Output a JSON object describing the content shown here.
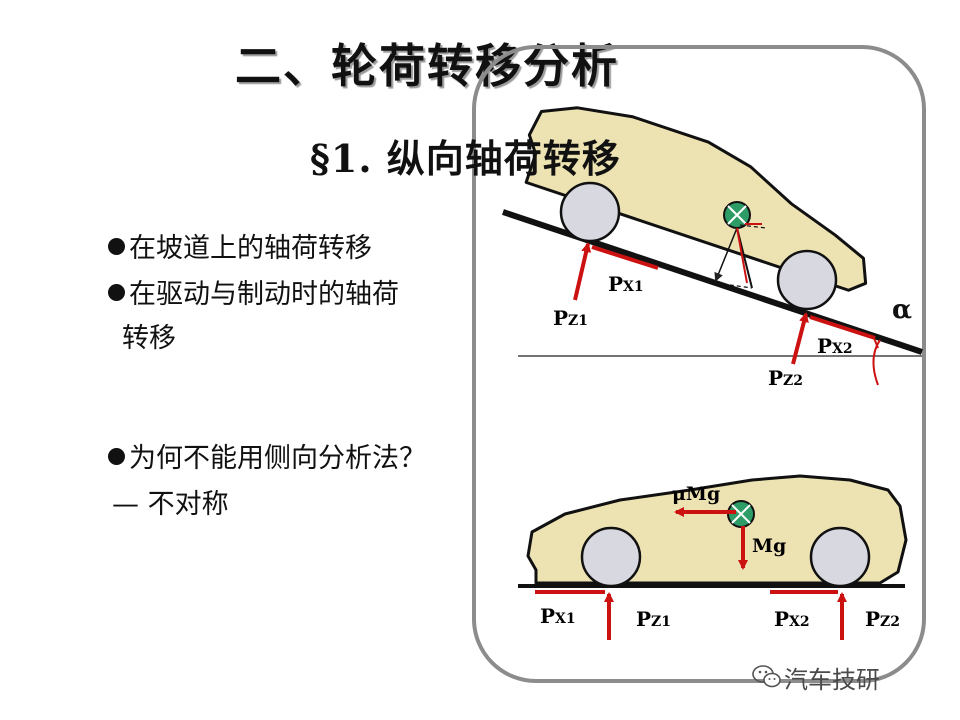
{
  "title": "二、轮荷转移分析",
  "subtitle": "§1. 纵向轴荷转移",
  "bullets": {
    "b1": "在坡道上的轴荷转移",
    "b2": "在驱动与制动时的轴荷",
    "b2_cont": "转移",
    "b3": "为何不能用侧向分析法？",
    "b3_cont": "— 不对称"
  },
  "diagram": {
    "top": {
      "px1": "X1",
      "pz1": "Z1",
      "px2": "X2",
      "pz2": "Z2",
      "p": "P",
      "alpha": "α"
    },
    "bottom": {
      "umg": "μMg",
      "mg": "Mg",
      "px1": "X1",
      "pz1": "Z1",
      "px2": "X2",
      "pz2": "Z2",
      "p": "P"
    },
    "colors": {
      "car_body": "#ede3b2",
      "wheel": "#d8d8e0",
      "arrow": "#cc1111",
      "cg": "#2e9c66"
    }
  },
  "watermark": "汽车技研"
}
